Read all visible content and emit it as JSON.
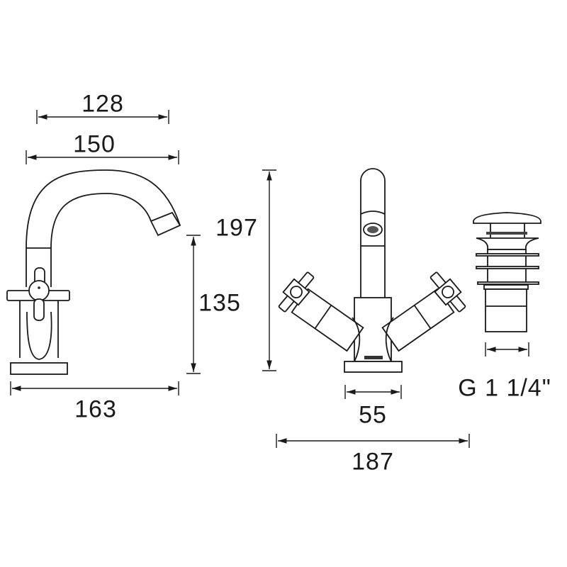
{
  "title": "Basin mixer and click waste dimension drawing",
  "dimensions": {
    "spout_reach_inner": "128",
    "spout_reach_outer": "150",
    "spout_height": "135",
    "overall_depth": "163",
    "overall_height": "197",
    "base_width": "55",
    "overall_width": "187",
    "waste_thread": "G 1 1/4\""
  },
  "colors": {
    "line": "#1a1a1a",
    "background": "#ffffff"
  }
}
